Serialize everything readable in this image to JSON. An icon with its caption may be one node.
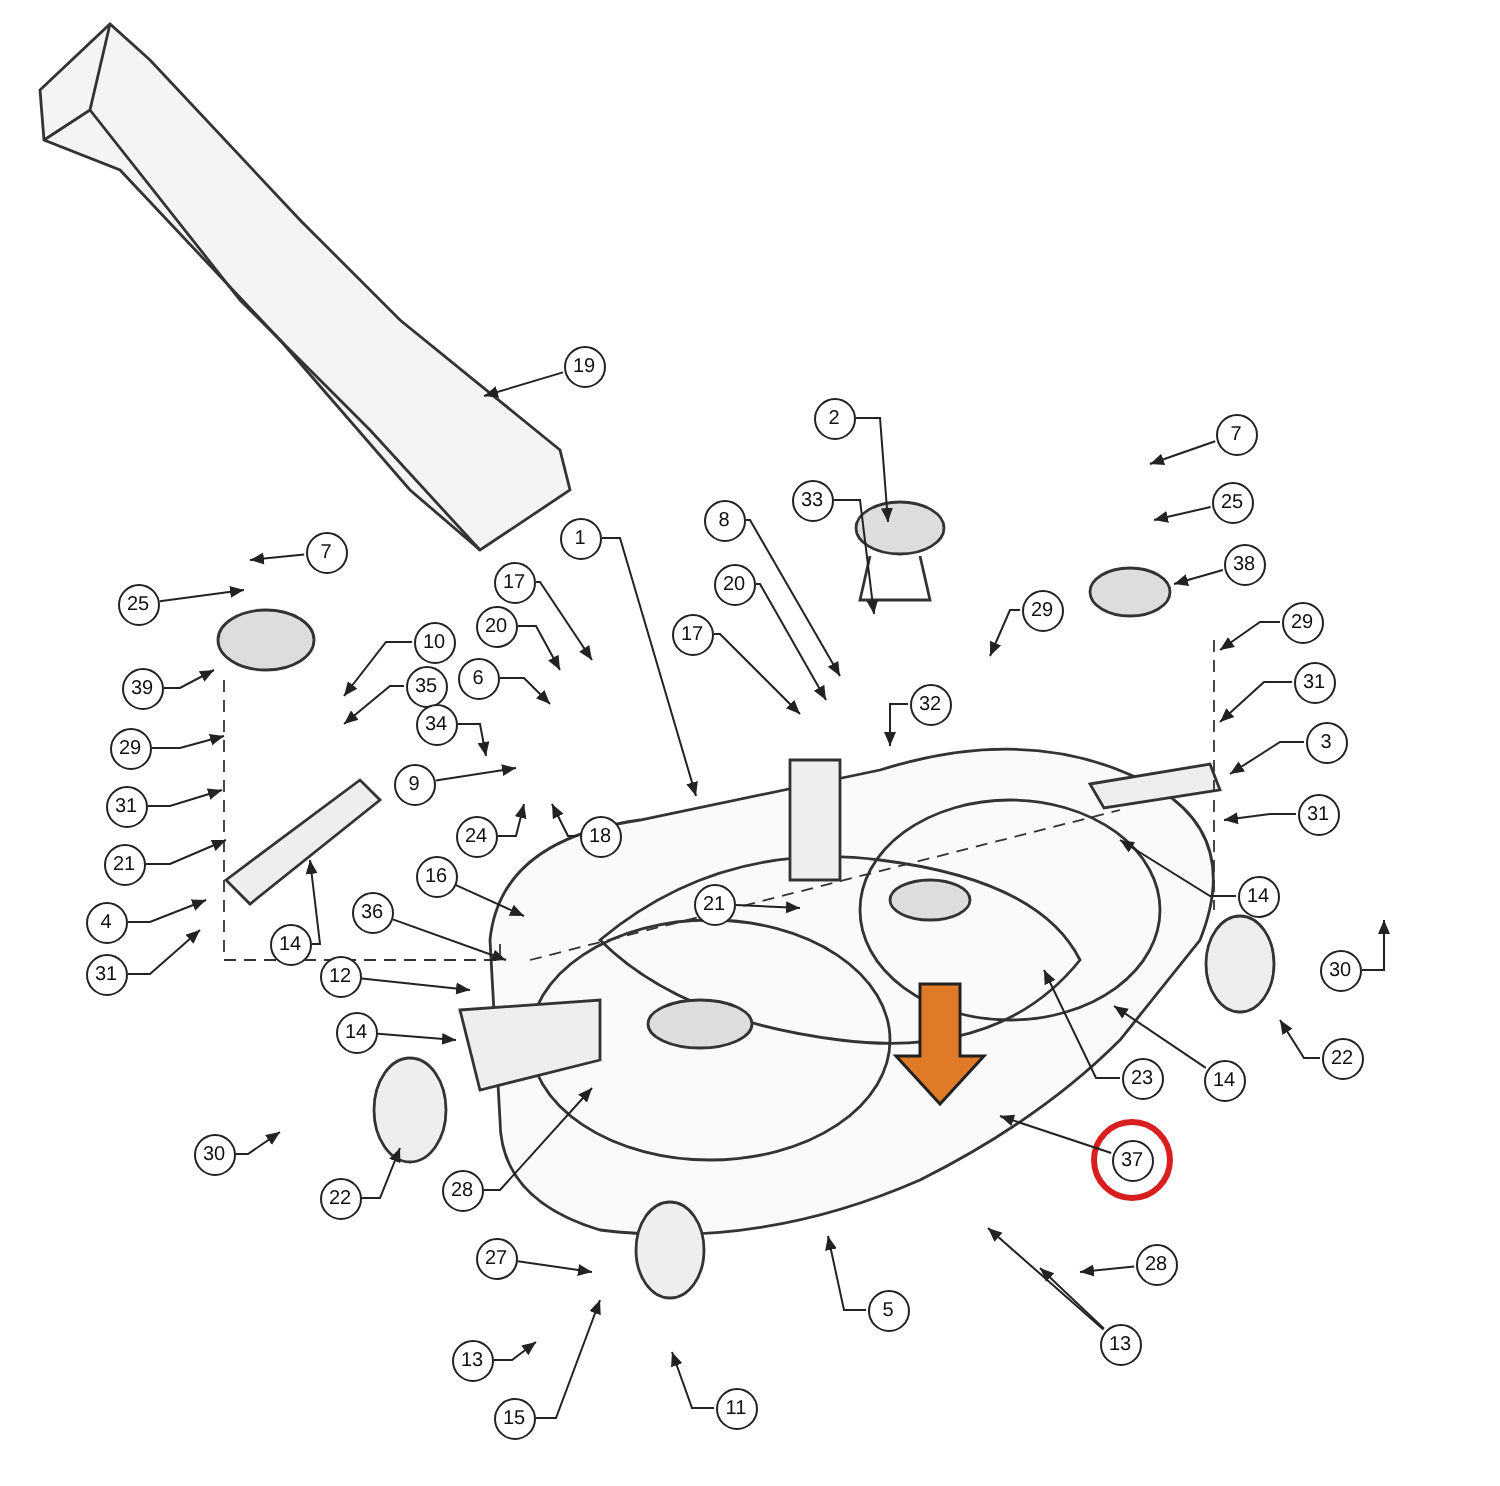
{
  "diagram": {
    "nodes": [
      {
        "text": [
          "19"
        ]
      },
      {
        "text": [
          "2"
        ]
      },
      {
        "text": [
          "7"
        ]
      },
      {
        "text": [
          "25"
        ]
      },
      {
        "text": [
          "33"
        ]
      },
      {
        "text": [
          "8"
        ]
      },
      {
        "text": [
          "1"
        ]
      },
      {
        "text": [
          "7"
        ]
      },
      {
        "text": [
          "38"
        ]
      },
      {
        "text": [
          "17"
        ]
      },
      {
        "text": [
          "25"
        ]
      },
      {
        "text": [
          "20"
        ]
      },
      {
        "text": [
          "29"
        ]
      },
      {
        "text": [
          "29"
        ]
      },
      {
        "text": [
          "20"
        ]
      },
      {
        "text": [
          "17"
        ]
      },
      {
        "text": [
          "10"
        ]
      },
      {
        "text": [
          "6"
        ]
      },
      {
        "text": [
          "39"
        ]
      },
      {
        "text": [
          "35"
        ]
      },
      {
        "text": [
          "31"
        ]
      },
      {
        "text": [
          "32"
        ]
      },
      {
        "text": [
          "34"
        ]
      },
      {
        "text": [
          "3"
        ]
      },
      {
        "text": [
          "29"
        ]
      },
      {
        "text": [
          "9"
        ]
      },
      {
        "text": [
          "31"
        ]
      },
      {
        "text": [
          "31"
        ]
      },
      {
        "text": [
          "24"
        ]
      },
      {
        "text": [
          "18"
        ]
      },
      {
        "text": [
          "21"
        ]
      },
      {
        "text": [
          "14"
        ]
      },
      {
        "text": [
          "14"
        ]
      },
      {
        "text": [
          "16"
        ]
      },
      {
        "text": [
          "21"
        ]
      },
      {
        "text": [
          "4"
        ]
      },
      {
        "text": [
          "36"
        ]
      },
      {
        "text": [
          "31"
        ]
      },
      {
        "text": [
          "12"
        ]
      },
      {
        "text": [
          "30"
        ]
      },
      {
        "text": [
          "14"
        ]
      },
      {
        "text": [
          "14"
        ]
      },
      {
        "text": [
          "22"
        ]
      },
      {
        "text": [
          "23"
        ]
      },
      {
        "text": [
          "30"
        ]
      },
      {
        "text": [
          "22"
        ]
      },
      {
        "text": [
          "28"
        ]
      },
      {
        "text": [
          "37"
        ]
      },
      {
        "text": [
          "28"
        ]
      },
      {
        "text": [
          "27"
        ]
      },
      {
        "text": [
          "5"
        ]
      },
      {
        "text": [
          "13"
        ]
      },
      {
        "text": [
          "13"
        ]
      },
      {
        "text": [
          "15"
        ]
      },
      {
        "text": [
          "11"
        ]
      }
    ],
    "edges": [
      {
        "from": 0,
        "to": null,
        "arrow": "to"
      },
      {
        "from": 1,
        "to": null,
        "arrow": "to"
      },
      {
        "from": 2,
        "to": null,
        "arrow": "to"
      },
      {
        "from": 3,
        "to": null,
        "arrow": "to"
      },
      {
        "from": 4,
        "to": null,
        "arrow": "to"
      },
      {
        "from": 5,
        "to": null,
        "arrow": "to"
      },
      {
        "from": 6,
        "to": null,
        "arrow": "to"
      },
      {
        "from": 7,
        "to": null,
        "arrow": "to"
      },
      {
        "from": 8,
        "to": null,
        "arrow": "to"
      },
      {
        "from": 9,
        "to": null,
        "arrow": "to"
      },
      {
        "from": 10,
        "to": null,
        "arrow": "to"
      },
      {
        "from": 11,
        "to": null,
        "arrow": "to"
      },
      {
        "from": 12,
        "to": null,
        "arrow": "to"
      },
      {
        "from": 13,
        "to": null,
        "arrow": "to"
      },
      {
        "from": 14,
        "to": null,
        "arrow": "to"
      },
      {
        "from": 15,
        "to": null,
        "arrow": "to"
      },
      {
        "from": 16,
        "to": null,
        "arrow": "to"
      },
      {
        "from": 17,
        "to": null,
        "arrow": "to"
      },
      {
        "from": 18,
        "to": null,
        "arrow": "to"
      },
      {
        "from": 19,
        "to": null,
        "arrow": "to"
      },
      {
        "from": 20,
        "to": null,
        "arrow": "to"
      },
      {
        "from": 21,
        "to": null,
        "arrow": "to"
      },
      {
        "from": 22,
        "to": null,
        "arrow": "to"
      },
      {
        "from": 23,
        "to": null,
        "arrow": "to"
      },
      {
        "from": 24,
        "to": null,
        "arrow": "to"
      },
      {
        "from": 25,
        "to": null,
        "arrow": "to"
      },
      {
        "from": 26,
        "to": null,
        "arrow": "to"
      },
      {
        "from": 27,
        "to": null,
        "arrow": "to"
      },
      {
        "from": 28,
        "to": null,
        "arrow": "to"
      },
      {
        "from": 29,
        "to": null,
        "arrow": "to"
      },
      {
        "from": 30,
        "to": null,
        "arrow": "to"
      },
      {
        "from": 31,
        "to": null,
        "arrow": "to"
      },
      {
        "from": 32,
        "to": null,
        "arrow": "to"
      },
      {
        "from": 33,
        "to": null,
        "arrow": "to"
      },
      {
        "from": 34,
        "to": null,
        "arrow": "to"
      },
      {
        "from": 35,
        "to": null,
        "arrow": "to"
      },
      {
        "from": 36,
        "to": null,
        "arrow": "to"
      },
      {
        "from": 37,
        "to": null,
        "arrow": "to"
      },
      {
        "from": 38,
        "to": null,
        "arrow": "to"
      },
      {
        "from": 39,
        "to": null,
        "arrow": "to"
      },
      {
        "from": 40,
        "to": null,
        "arrow": "to"
      },
      {
        "from": 41,
        "to": null,
        "arrow": "to"
      },
      {
        "from": 42,
        "to": null,
        "arrow": "to"
      },
      {
        "from": 43,
        "to": null,
        "arrow": "to"
      },
      {
        "from": 44,
        "to": null,
        "arrow": "to"
      },
      {
        "from": 45,
        "to": null,
        "arrow": "to"
      },
      {
        "from": 46,
        "to": null,
        "arrow": "to"
      },
      {
        "from": 47,
        "to": null,
        "arrow": "to"
      },
      {
        "from": 48,
        "to": null,
        "arrow": "to"
      },
      {
        "from": 49,
        "to": null,
        "arrow": "to"
      },
      {
        "from": 50,
        "to": null,
        "arrow": "to"
      },
      {
        "from": 51,
        "to": null,
        "arrow": "to"
      },
      {
        "from": 51,
        "to": null,
        "arrow": "to"
      },
      {
        "from": 52,
        "to": null,
        "arrow": "to"
      },
      {
        "from": 53,
        "to": null,
        "arrow": "to"
      },
      {
        "from": 54,
        "to": null,
        "arrow": "to"
      }
    ]
  }
}
